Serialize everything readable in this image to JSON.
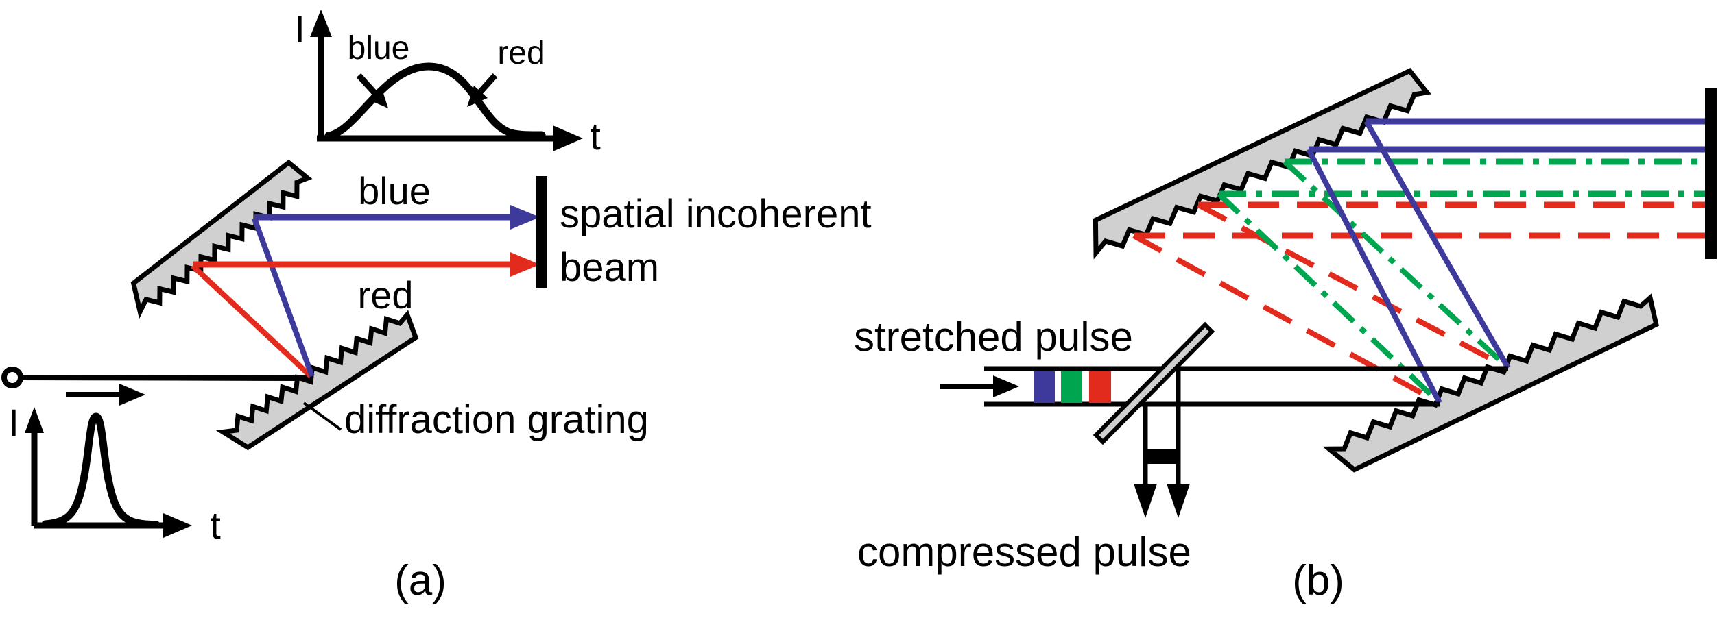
{
  "colors": {
    "blue": "#3e3a9c",
    "green": "#00a550",
    "red": "#e22b1d",
    "grating_fill": "#d0d0d0",
    "ink": "#000000"
  },
  "panel_a": {
    "caption": "(a)",
    "pulse_plot_top": {
      "axis_y": "I",
      "axis_x": "t",
      "label_blue": "blue",
      "label_red": "red"
    },
    "pulse_plot_bottom": {
      "axis_y": "I",
      "axis_x": "t"
    },
    "ray_label_blue": "blue",
    "ray_label_red": "red",
    "screen_label_line1": "spatial incoherent",
    "screen_label_line2": "beam",
    "grating_label": "diffraction grating"
  },
  "panel_b": {
    "caption": "(b)",
    "input_label": "stretched pulse",
    "output_label": "compressed pulse"
  }
}
